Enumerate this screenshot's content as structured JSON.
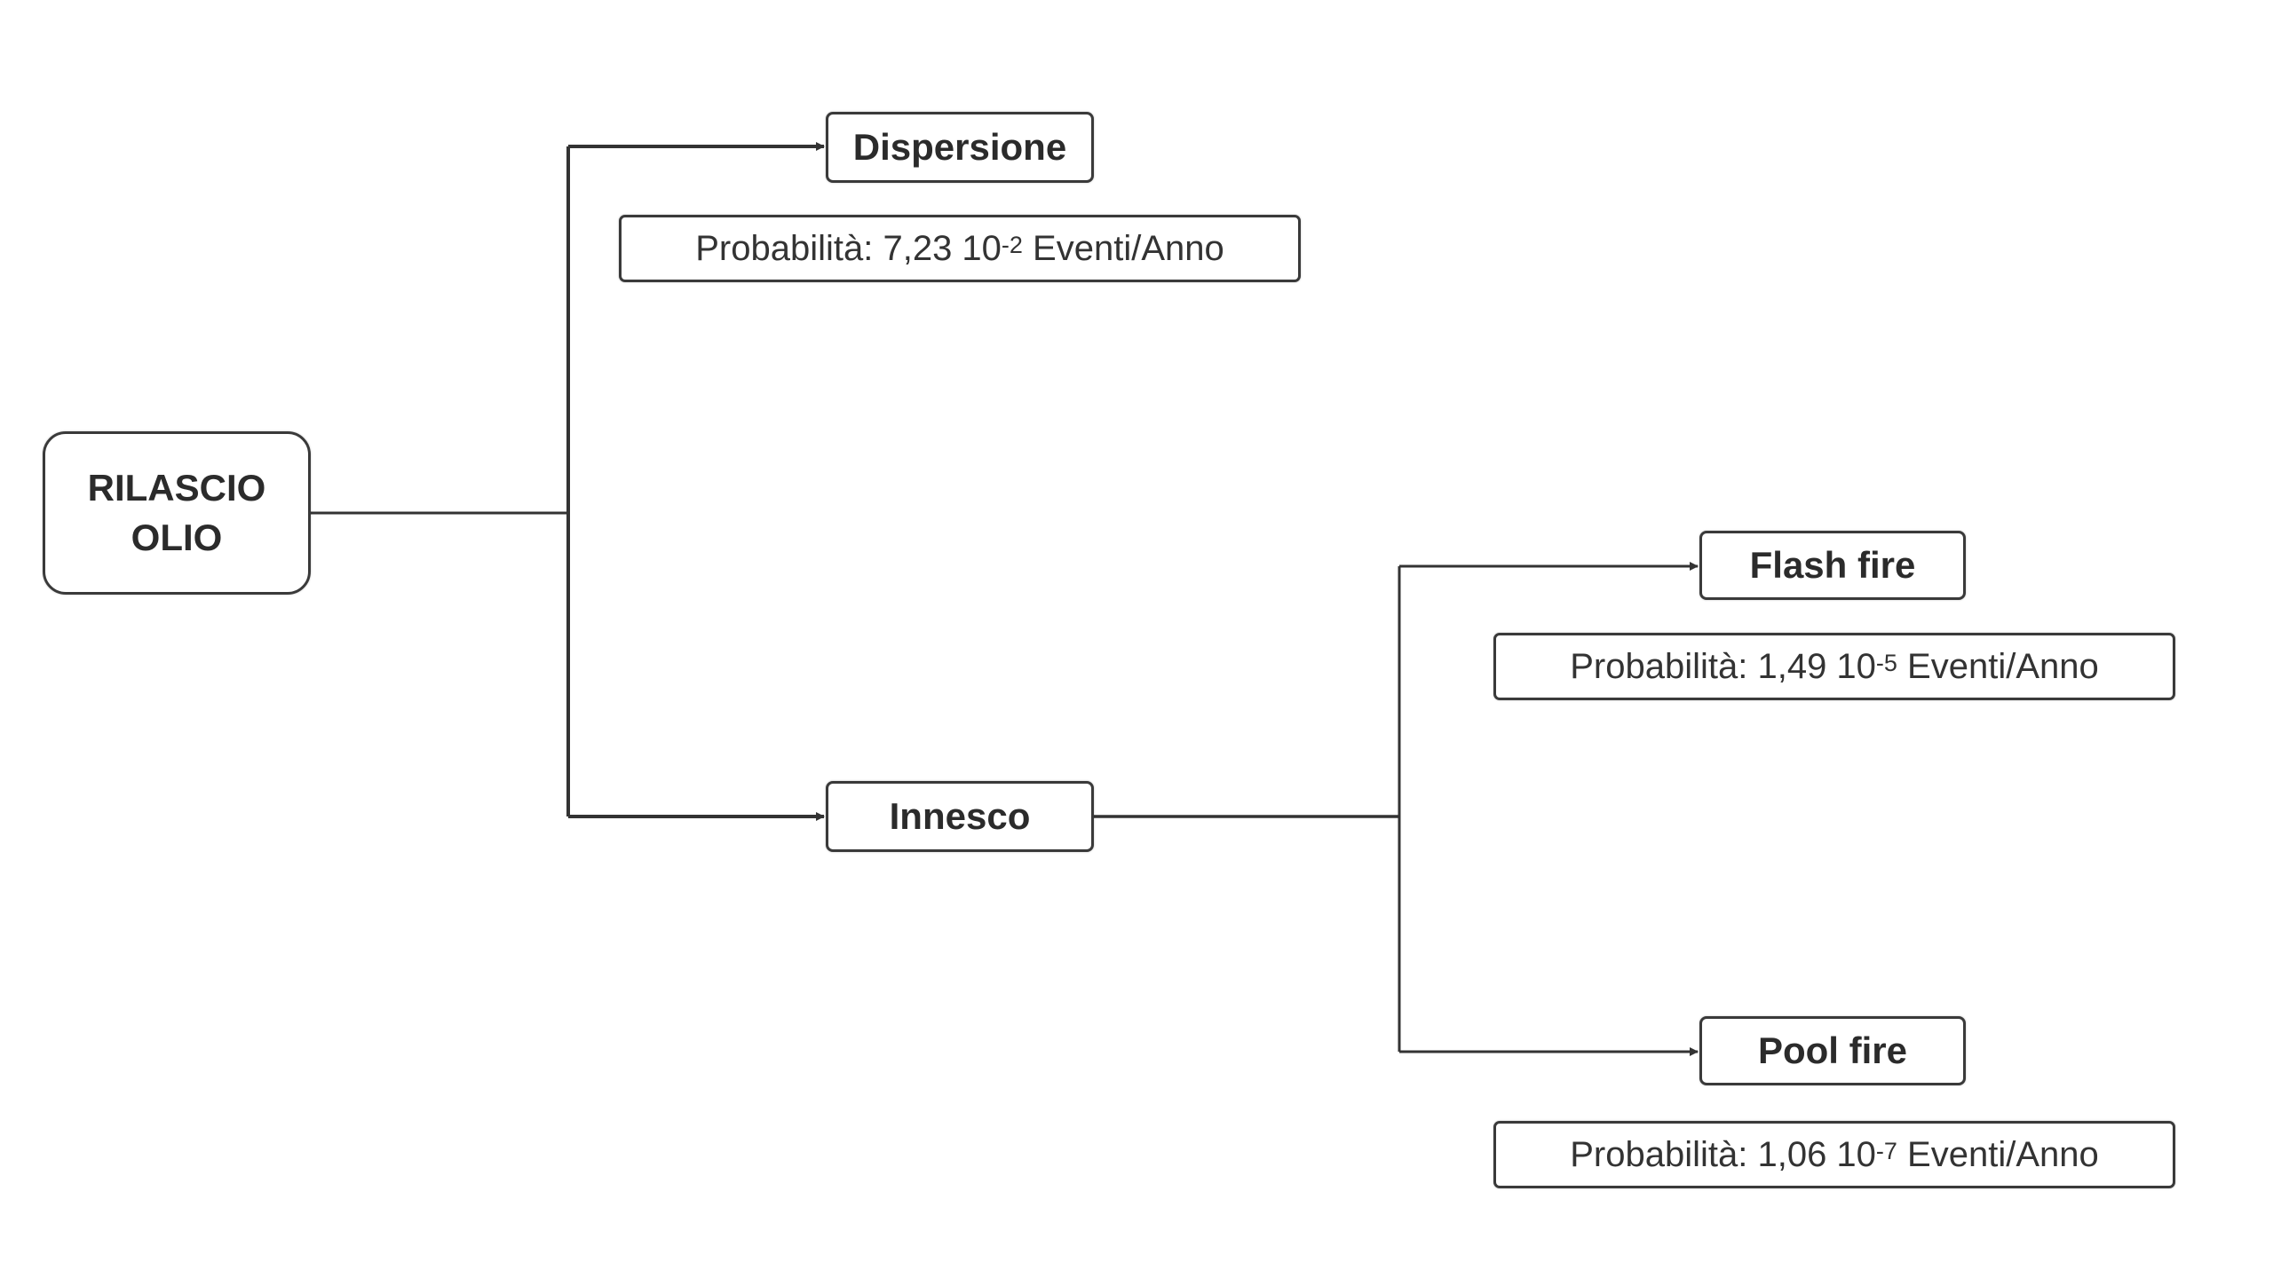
{
  "root": {
    "line1": "RILASCIO",
    "line2": "OLIO"
  },
  "dispersione": {
    "label": "Dispersione",
    "probability": {
      "prefix": "Probabilità: 7,23 10",
      "exponent": "-2",
      "suffix": " Eventi/Anno"
    }
  },
  "innesco": {
    "label": "Innesco"
  },
  "flash_fire": {
    "label": "Flash fire",
    "probability": {
      "prefix": "Probabilità: 1,49 10",
      "exponent": "-5",
      "suffix": " Eventi/Anno"
    }
  },
  "pool_fire": {
    "label": "Pool fire",
    "probability": {
      "prefix": "Probabilità: 1,06 10",
      "exponent": "-7",
      "suffix": " Eventi/Anno"
    }
  },
  "colors": {
    "line": "#333333",
    "border": "#3a3a3a",
    "text": "#2b2b2b",
    "background": "#ffffff"
  }
}
